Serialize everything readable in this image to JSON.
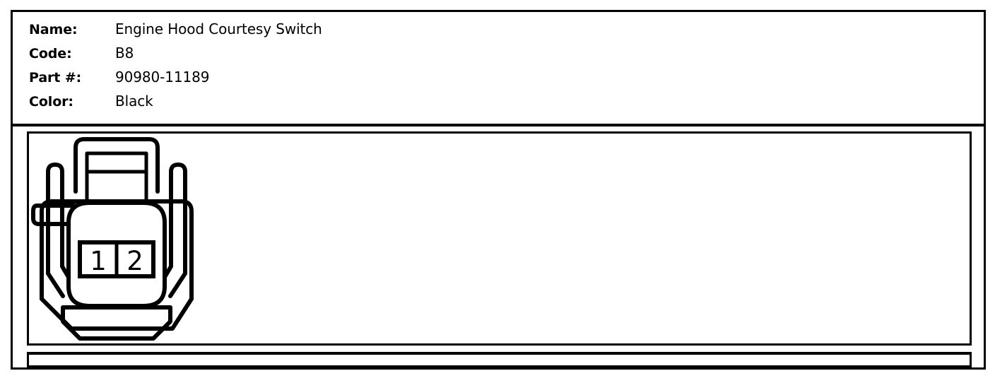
{
  "sheet": {
    "spec_rows": [
      {
        "label": "Name:",
        "value": "Engine Hood Courtesy Switch"
      },
      {
        "label": "Code:",
        "value": "B8"
      },
      {
        "label": "Part #:",
        "value": "90980-11189"
      },
      {
        "label": "Color:",
        "value": "Black"
      }
    ],
    "notes": ""
  },
  "figure": {
    "caption": "",
    "connector": {
      "type": "2-pin female connector, front view",
      "terminal_count": 2,
      "terminals": [
        {
          "number": "1"
        },
        {
          "number": "2"
        }
      ],
      "line_color": "#000000",
      "fill_color": "#FFFFFF"
    }
  },
  "colors": {
    "page_background": "#FFFFFF",
    "border": "#000000",
    "text": "#000000"
  }
}
